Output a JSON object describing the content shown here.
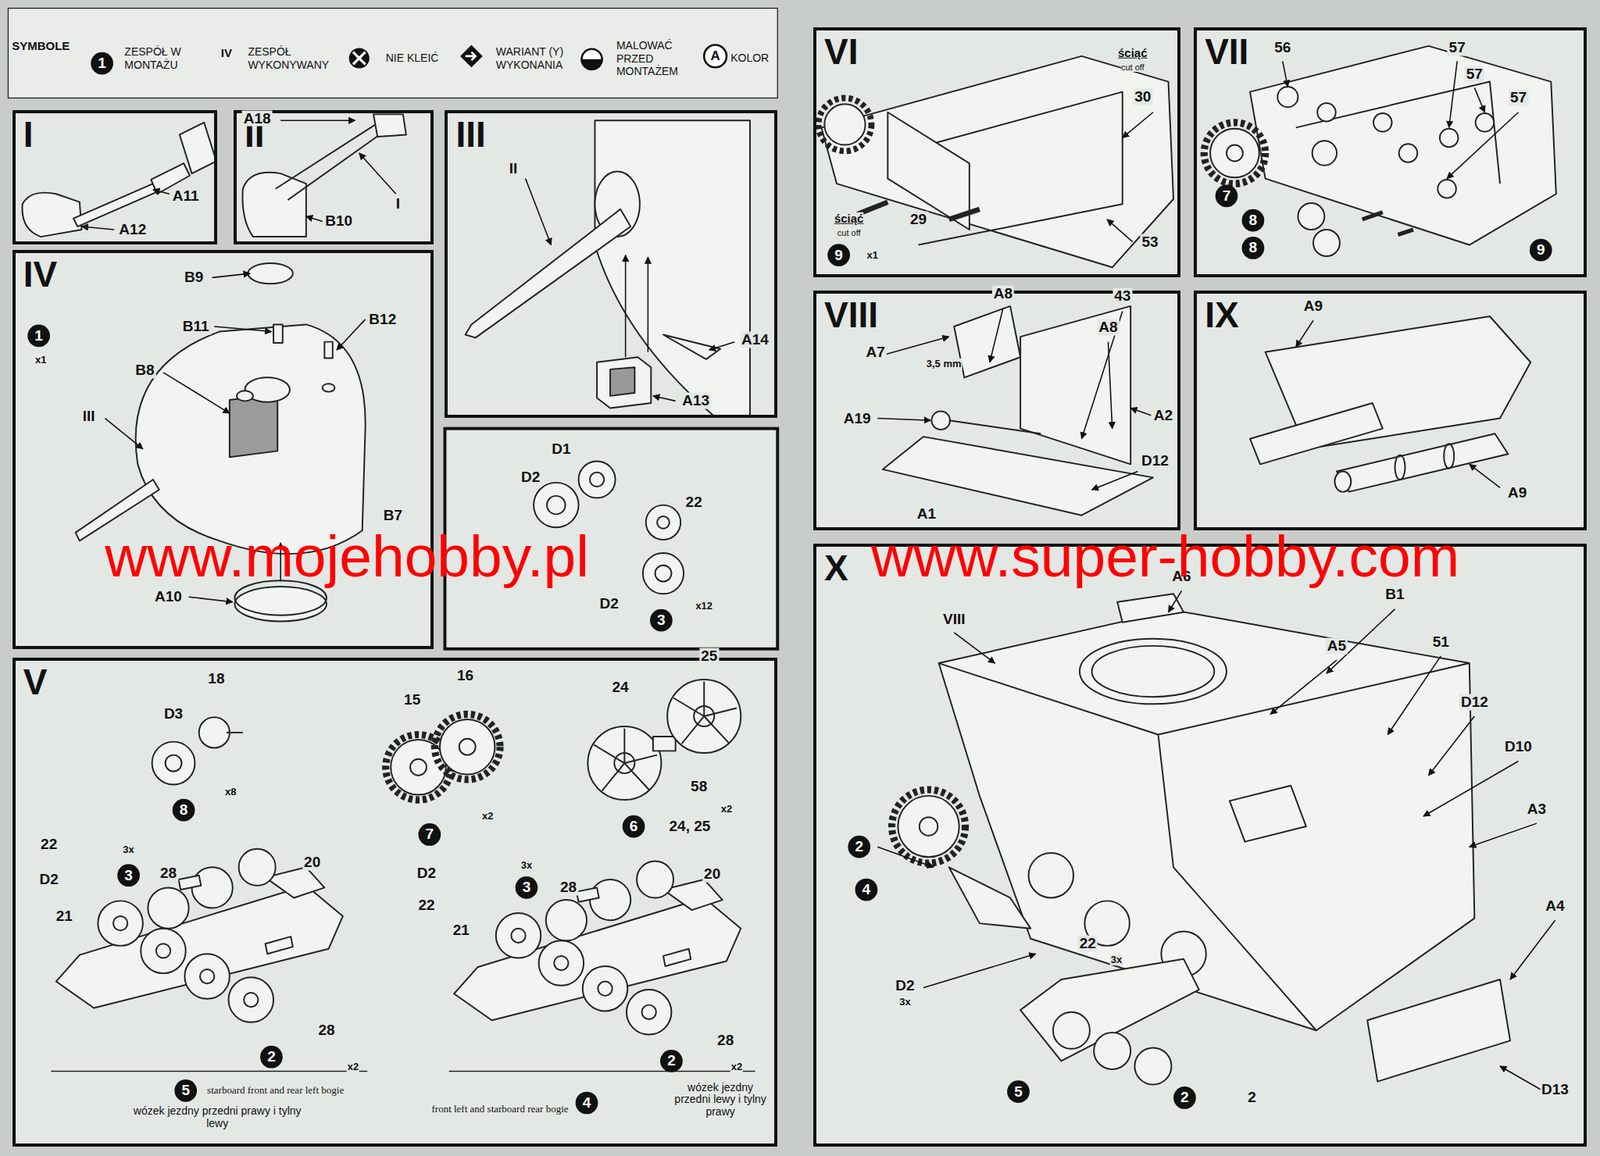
{
  "diagram": {
    "nodes": [
      {
        "text": [
          "I"
        ]
      },
      {
        "text": [
          "II"
        ]
      },
      {
        "text": [
          "III"
        ]
      },
      {
        "text": [
          "IV"
        ]
      },
      {
        "text": [
          "V"
        ]
      },
      {
        "text": [
          "VI"
        ]
      },
      {
        "text": [
          "VII"
        ]
      },
      {
        "text": [
          "VIII"
        ]
      },
      {
        "text": [
          "IX"
        ]
      },
      {
        "text": [
          "X"
        ]
      }
    ],
    "labels": [
      "SYMBOLE",
      "1",
      "IV",
      "A",
      "A11",
      "A12",
      "A18",
      "I",
      "B10",
      "II",
      "A14",
      "A13",
      "1",
      "x1",
      "B9",
      "B11",
      "B12",
      "B8",
      "III",
      "B7",
      "A10",
      "D1",
      "D2",
      "22",
      "D2",
      "3",
      "x12",
      "D3",
      "18",
      "8",
      "x8",
      "15",
      "16",
      "7",
      "x2",
      "24",
      "25",
      "58",
      "x2",
      "6",
      "24, 25",
      "22",
      "D2",
      "3",
      "3x",
      "28",
      "20",
      "21",
      "28",
      "2",
      "x2",
      "starboard front and rear left bogie",
      "5",
      "wózek jezdny przedni prawy i tylny lewy",
      "D2",
      "22",
      "3",
      "3x",
      "28",
      "20",
      "21",
      "28",
      "2",
      "x2",
      "front left and starboard rear bogie",
      "4",
      "wózek jezdny przedni lewy i tylny prawy",
      "ściąć",
      "cut off",
      "30",
      "29",
      "ściąć",
      "cut off",
      "53",
      "9",
      "x1",
      "56",
      "57",
      "57",
      "57",
      "7",
      "8",
      "8",
      "9",
      "A8",
      "43",
      "A8",
      "A7",
      "3,5 mm",
      "A19",
      "A2",
      "D12",
      "A1",
      "A9",
      "A9",
      "VIII",
      "A6",
      "B1",
      "A5",
      "51",
      "D12",
      "D10",
      "A3",
      "A4",
      "2",
      "4",
      "22",
      "3x",
      "D2",
      "3x",
      "5",
      "2",
      "2",
      "D13",
      "www.mojehobby.pl",
      "www.super-hobby.com"
    ],
    "legend": [
      {
        "text": "ZESPÓŁ W MONTAŻU"
      },
      {
        "text": "ZESPÓŁ WYKONYWANY"
      },
      {
        "text": "NIE KLEIĆ"
      },
      {
        "text": "WARIANT (Y) WYKONANIA"
      },
      {
        "text": "MALOWAĆ PRZED MONTAŻEM"
      },
      {
        "text": "KOLOR"
      }
    ]
  }
}
